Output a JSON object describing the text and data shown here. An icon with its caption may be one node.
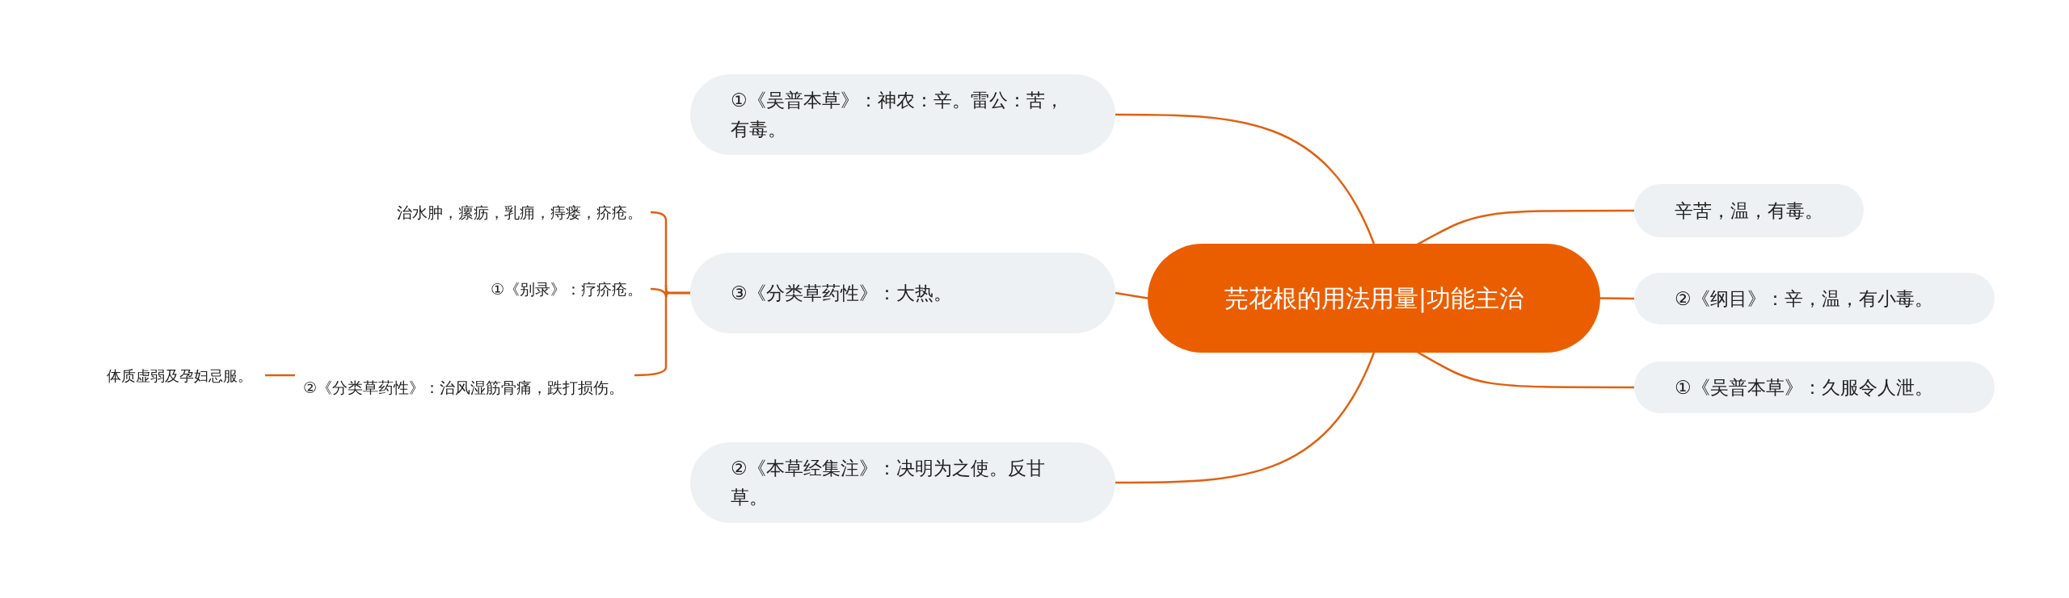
{
  "diagram": {
    "nodes": [
      {
        "text": [
          "芫花根的用法用量|功能主治"
        ]
      },
      {
        "text": [
          "①《吴普本草》：神农：辛。雷公：苦，有毒。"
        ]
      },
      {
        "text": [
          "③《分类草药性》：大热。"
        ]
      },
      {
        "text": [
          "②《本草经集注》：决明为之使。反甘草。"
        ]
      },
      {
        "text": [
          "辛苦，温，有毒。"
        ]
      },
      {
        "text": [
          "②《纲目》：辛，温，有小毒。"
        ]
      },
      {
        "text": [
          "①《吴普本草》：久服令人泄。"
        ]
      },
      {
        "text": [
          "治水肿，瘰疬，乳痈，痔瘘，疥疮。"
        ]
      },
      {
        "text": [
          "①《别录》：疗疥疮。"
        ]
      },
      {
        "text": [
          "②《分类草药性》：治风湿筋骨痛，跌打损伤。"
        ]
      },
      {
        "text": [
          "体质虚弱及孕妇忌服。"
        ]
      }
    ],
    "edges": [
      {
        "from": 0,
        "to": 1,
        "arrow": "none"
      },
      {
        "from": 0,
        "to": 2,
        "arrow": "none"
      },
      {
        "from": 0,
        "to": 3,
        "arrow": "none"
      },
      {
        "from": 0,
        "to": 4,
        "arrow": "none"
      },
      {
        "from": 0,
        "to": 5,
        "arrow": "none"
      },
      {
        "from": 0,
        "to": 6,
        "arrow": "none"
      },
      {
        "from": 2,
        "to": 7,
        "arrow": "none"
      },
      {
        "from": 2,
        "to": 8,
        "arrow": "none"
      },
      {
        "from": 2,
        "to": 9,
        "arrow": "none"
      },
      {
        "from": 9,
        "to": 10,
        "arrow": "none"
      }
    ]
  }
}
